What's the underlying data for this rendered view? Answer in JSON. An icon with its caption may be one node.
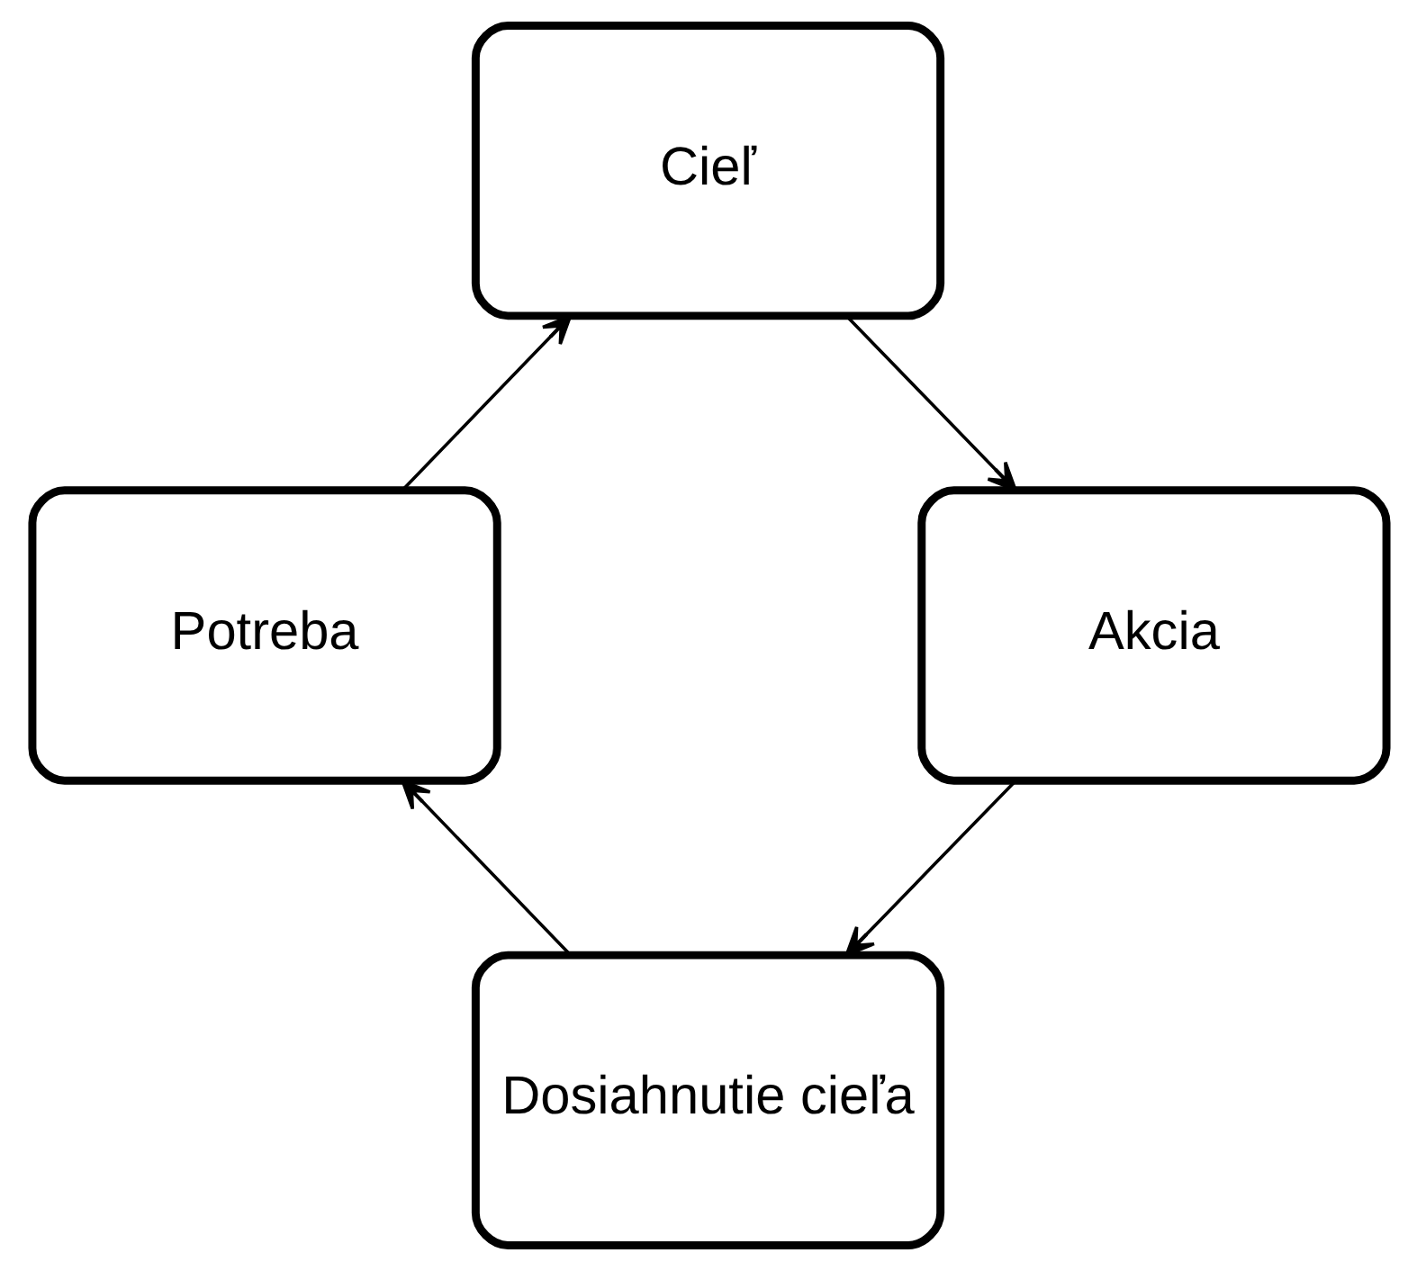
{
  "diagram": {
    "nodes": [
      {
        "text": [
          "Cieľ"
        ]
      },
      {
        "text": [
          "Akcia"
        ]
      },
      {
        "text": [
          "Dosiahnutie cieľa"
        ]
      },
      {
        "text": [
          "Potreba"
        ]
      }
    ],
    "edges": [
      {
        "from": 0,
        "to": 1,
        "arrow": "to"
      },
      {
        "from": 1,
        "to": 2,
        "arrow": "to"
      },
      {
        "from": 2,
        "to": 3,
        "arrow": "to"
      },
      {
        "from": 3,
        "to": 0,
        "arrow": "to"
      }
    ]
  }
}
